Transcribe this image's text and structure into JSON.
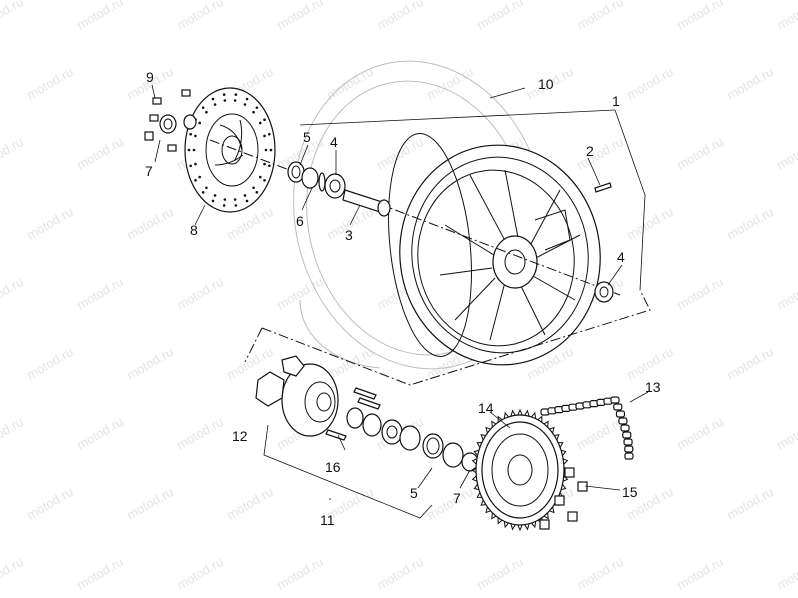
{
  "watermark": "motod.ru",
  "callouts": [
    {
      "id": "1",
      "text": "1"
    },
    {
      "id": "2",
      "text": "2"
    },
    {
      "id": "3",
      "text": "3"
    },
    {
      "id": "4a",
      "text": "4"
    },
    {
      "id": "4b",
      "text": "4"
    },
    {
      "id": "5a",
      "text": "5"
    },
    {
      "id": "5b",
      "text": "5"
    },
    {
      "id": "6",
      "text": "6"
    },
    {
      "id": "7a",
      "text": "7"
    },
    {
      "id": "7b",
      "text": "7"
    },
    {
      "id": "8",
      "text": "8"
    },
    {
      "id": "9",
      "text": "9"
    },
    {
      "id": "10",
      "text": "10"
    },
    {
      "id": "11",
      "text": "11"
    },
    {
      "id": "12",
      "text": "12"
    },
    {
      "id": "13",
      "text": "13"
    },
    {
      "id": "14",
      "text": "14"
    },
    {
      "id": "15",
      "text": "15"
    },
    {
      "id": "16",
      "text": "16"
    }
  ]
}
